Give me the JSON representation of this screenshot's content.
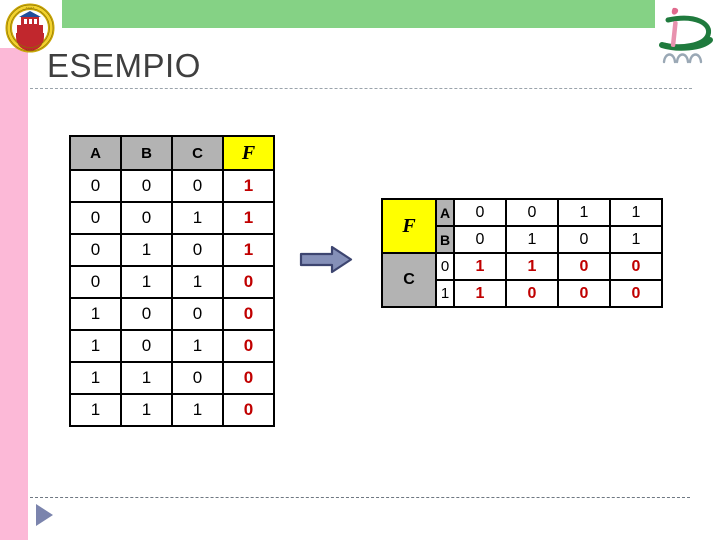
{
  "slide": {
    "title": "ESEMPIO",
    "colors": {
      "banner_green": "#85d285",
      "sidebar_pink": "#fcb9d7",
      "header_gray": "#b3b3b3",
      "highlight_yellow": "#ffff00",
      "output_red": "#c00000",
      "arrow_blue": "#7b84ad",
      "title_gray": "#3f3f3f"
    }
  },
  "logos": {
    "left": "university-seal-icon",
    "right": "institute-logo-icon"
  },
  "bullet": {
    "marker": "play-triangle-icon"
  },
  "truth_table": {
    "name": "truth-table",
    "headers": [
      "A",
      "B",
      "C",
      "F"
    ],
    "rows": [
      {
        "a": "0",
        "b": "0",
        "c": "0",
        "f": "1"
      },
      {
        "a": "0",
        "b": "0",
        "c": "1",
        "f": "1"
      },
      {
        "a": "0",
        "b": "1",
        "c": "0",
        "f": "1"
      },
      {
        "a": "0",
        "b": "1",
        "c": "1",
        "f": "0"
      },
      {
        "a": "1",
        "b": "0",
        "c": "0",
        "f": "0"
      },
      {
        "a": "1",
        "b": "0",
        "c": "1",
        "f": "0"
      },
      {
        "a": "1",
        "b": "1",
        "c": "0",
        "f": "0"
      },
      {
        "a": "1",
        "b": "1",
        "c": "1",
        "f": "0"
      }
    ]
  },
  "arrow": {
    "name": "right-arrow-icon",
    "direction": "right"
  },
  "kmap": {
    "name": "karnaugh-map",
    "corner_output": "F",
    "corner_row_var": "C",
    "col_var_a": "A",
    "col_var_b": "B",
    "col_a_bits": [
      "0",
      "0",
      "1",
      "1"
    ],
    "col_b_bits": [
      "0",
      "1",
      "0",
      "1"
    ],
    "row_c_bits": [
      "0",
      "1"
    ],
    "cells": [
      [
        "1",
        "1",
        "0",
        "0"
      ],
      [
        "1",
        "0",
        "0",
        "0"
      ]
    ]
  },
  "chart_data": {
    "type": "table",
    "title": "ESEMPIO",
    "truth_table": {
      "columns": [
        "A",
        "B",
        "C",
        "F"
      ],
      "values": [
        [
          0,
          0,
          0,
          1
        ],
        [
          0,
          0,
          1,
          1
        ],
        [
          0,
          1,
          0,
          1
        ],
        [
          0,
          1,
          1,
          0
        ],
        [
          1,
          0,
          0,
          0
        ],
        [
          1,
          0,
          1,
          0
        ],
        [
          1,
          1,
          0,
          0
        ],
        [
          1,
          1,
          1,
          0
        ]
      ]
    },
    "karnaugh_map": {
      "output": "F",
      "column_vars": [
        "A",
        "B"
      ],
      "row_var": "C",
      "column_labels": [
        "00",
        "01",
        "10",
        "11"
      ],
      "row_labels": [
        "0",
        "1"
      ],
      "grid": [
        [
          1,
          1,
          0,
          0
        ],
        [
          1,
          0,
          0,
          0
        ]
      ]
    }
  }
}
